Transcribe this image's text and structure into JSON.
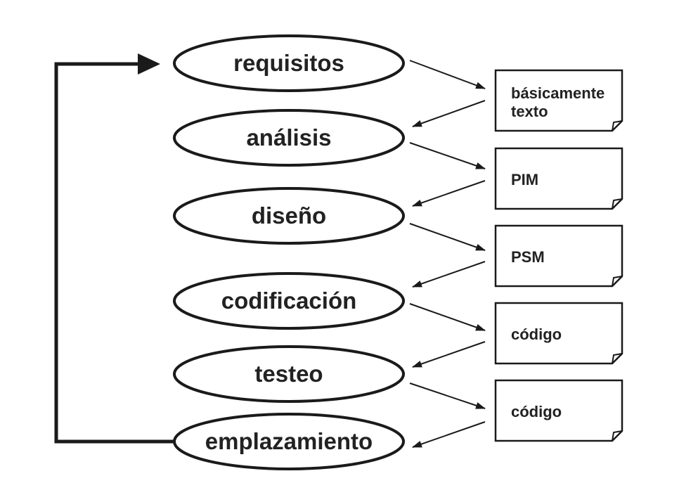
{
  "phases": [
    {
      "label": "requisitos"
    },
    {
      "label": "análisis"
    },
    {
      "label": "diseño"
    },
    {
      "label": "codificación"
    },
    {
      "label": "testeo"
    },
    {
      "label": "emplazamiento"
    }
  ],
  "artifacts": [
    {
      "lines": [
        "básicamente",
        "texto"
      ]
    },
    {
      "lines": [
        "PIM"
      ]
    },
    {
      "lines": [
        "PSM"
      ]
    },
    {
      "lines": [
        "código"
      ]
    },
    {
      "lines": [
        "código"
      ]
    }
  ],
  "colors": {
    "stroke": "#1a1a1a",
    "text": "#222222",
    "background": "#ffffff"
  }
}
